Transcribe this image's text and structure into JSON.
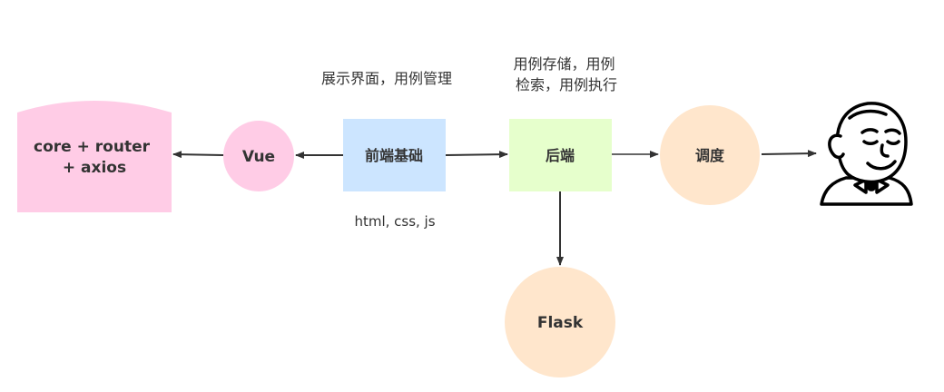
{
  "nodes": {
    "stack": {
      "lines": [
        "core + router",
        "+ axios"
      ],
      "color": "#ffcce6"
    },
    "vue": {
      "label": "Vue",
      "color": "#ffcce6"
    },
    "frontend": {
      "label": "前端基础",
      "color": "#cce5ff"
    },
    "backend": {
      "label": "后端",
      "color": "#e6ffcc"
    },
    "scheduler": {
      "label": "调度",
      "color": "#ffe6cc"
    },
    "flask": {
      "label": "Flask",
      "color": "#ffe6cc"
    },
    "jenkins": {
      "icon": "jenkins-butler-icon"
    }
  },
  "captions": {
    "frontend_top": "展示界面，用例管理",
    "frontend_bottom": "html, css, js",
    "backend_top": [
      "用例存储，用例",
      "检索，用例执行"
    ]
  },
  "colors": {
    "arrow": "#333333",
    "text": "#333333"
  }
}
